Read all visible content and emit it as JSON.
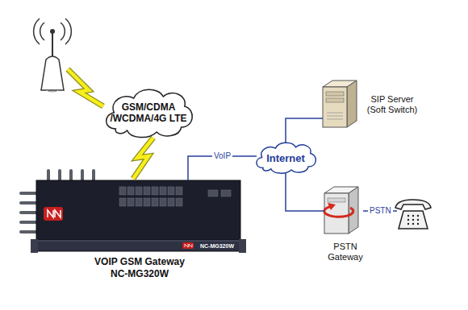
{
  "diagram": {
    "nodes": [
      {
        "text": [
          "GSM/CDMA /WCDMA/4G LTE"
        ]
      },
      {
        "text": [
          "VOIP GSM Gateway NC-MG320W"
        ]
      },
      {
        "text": [
          "Internet"
        ]
      },
      {
        "text": [
          "SIP Server (Soft Switch)"
        ]
      },
      {
        "text": [
          "PSTN Gateway"
        ]
      }
    ],
    "edges": [
      {
        "from": 0,
        "to": 1,
        "arrow": "none"
      },
      {
        "from": 1,
        "to": 2,
        "label": "VoIP",
        "arrow": "none"
      },
      {
        "from": 2,
        "to": 3,
        "arrow": "none"
      },
      {
        "from": 2,
        "to": 4,
        "arrow": "none"
      }
    ],
    "labels": [
      "NC-MG320W",
      "PSTN"
    ]
  }
}
